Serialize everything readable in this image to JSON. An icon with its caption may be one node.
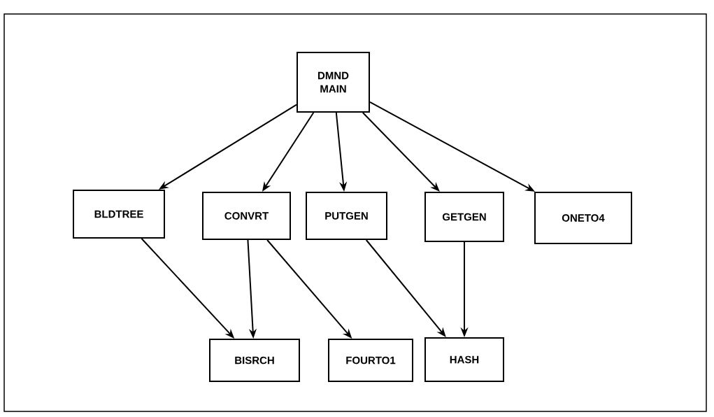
{
  "diagram": {
    "nodes": [
      {
        "text": [
          "DMND MAIN"
        ]
      },
      {
        "text": [
          "BLDTREE"
        ]
      },
      {
        "text": [
          "CONVRT"
        ]
      },
      {
        "text": [
          "PUTGEN"
        ]
      },
      {
        "text": [
          "GETGEN"
        ]
      },
      {
        "text": [
          "ONETO4"
        ]
      },
      {
        "text": [
          "BISRCH"
        ]
      },
      {
        "text": [
          "FOURTO1"
        ]
      },
      {
        "text": [
          "HASH"
        ]
      }
    ],
    "edges": [
      {
        "from": 0,
        "to": 1,
        "arrow": "to"
      },
      {
        "from": 0,
        "to": 2,
        "arrow": "to"
      },
      {
        "from": 0,
        "to": 3,
        "arrow": "to"
      },
      {
        "from": 0,
        "to": 4,
        "arrow": "to"
      },
      {
        "from": 0,
        "to": 5,
        "arrow": "to"
      },
      {
        "from": 1,
        "to": 6,
        "arrow": "to"
      },
      {
        "from": 2,
        "to": 6,
        "arrow": "to"
      },
      {
        "from": 2,
        "to": 7,
        "arrow": "to"
      },
      {
        "from": 3,
        "to": 8,
        "arrow": "to"
      },
      {
        "from": 4,
        "to": 8,
        "arrow": "to"
      }
    ]
  }
}
